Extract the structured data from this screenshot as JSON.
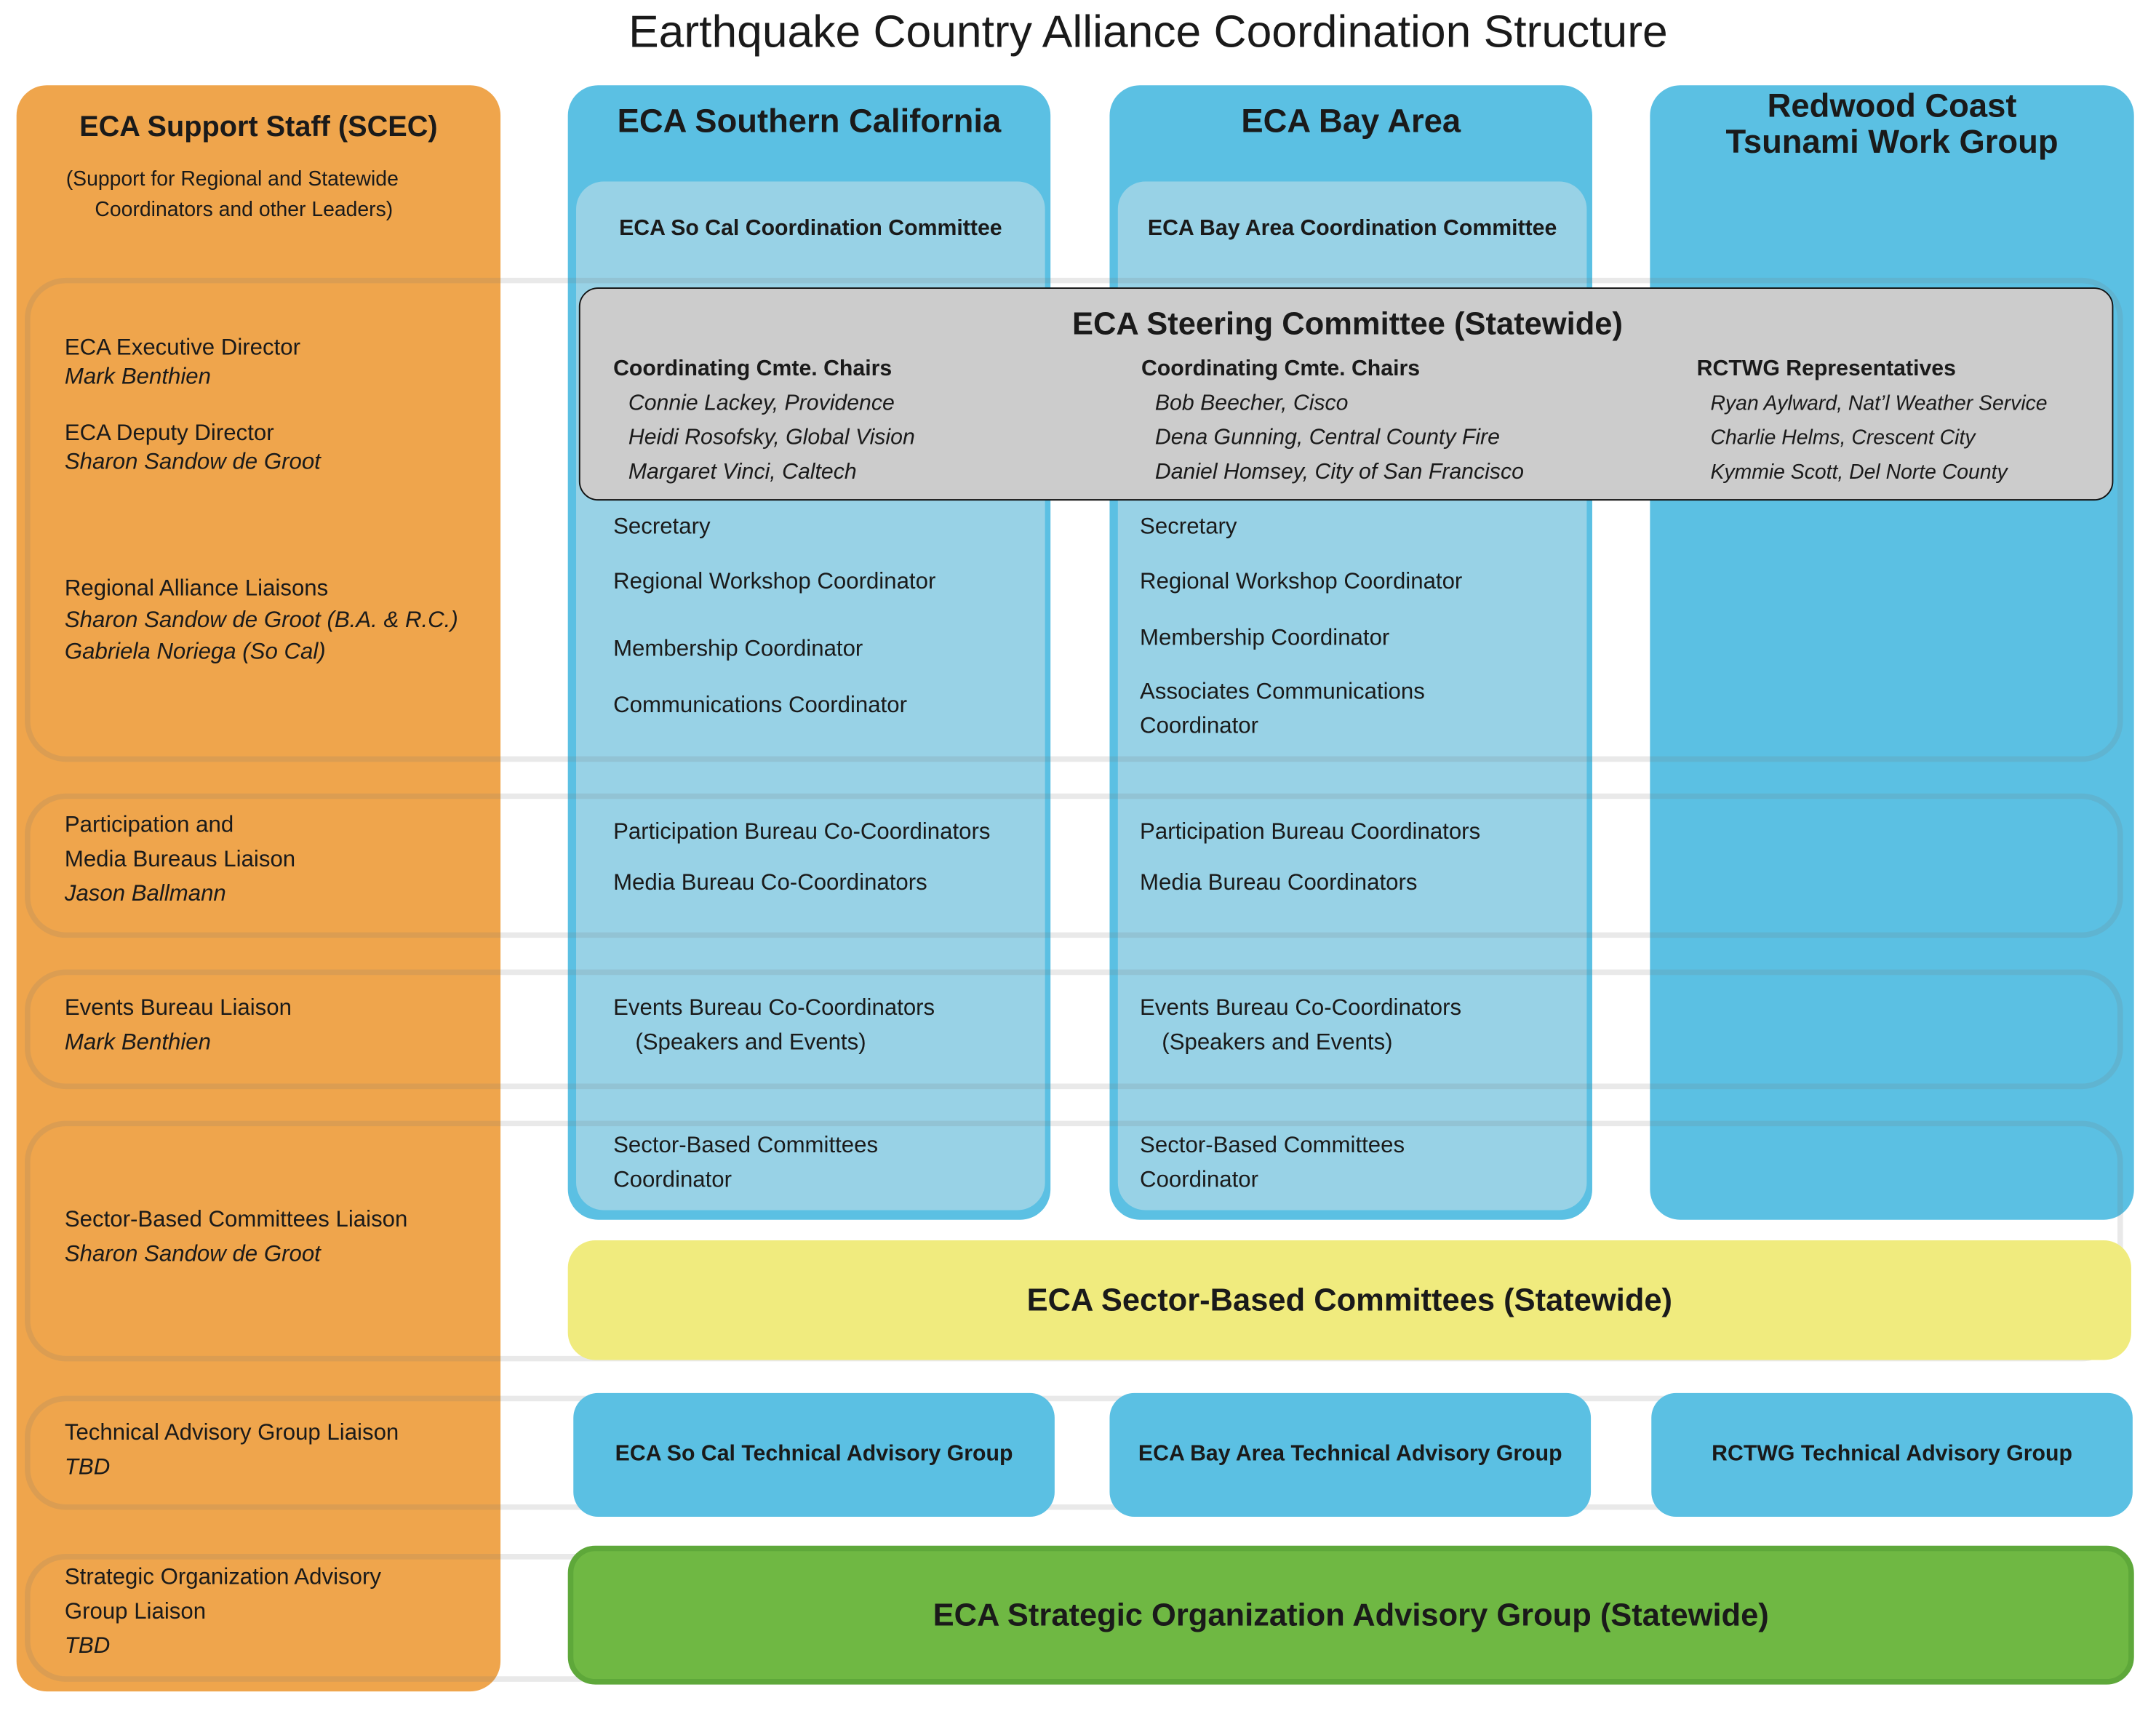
{
  "title": "Earthquake Country Alliance Coordination Structure",
  "colors": {
    "orange": "#efa54c",
    "blue": "#5bc0e3",
    "light_blue": "#98d2e6",
    "gray": "#cccccc",
    "yellow": "#f0eb7e",
    "green": "#6fb843"
  },
  "support_staff": {
    "heading": "ECA Support Staff (SCEC)",
    "subtitle_1": "(Support for Regional and Statewide",
    "subtitle_2": "Coordinators and other Leaders)",
    "roles": [
      {
        "role": "ECA Executive Director",
        "names": [
          "Mark Benthien"
        ]
      },
      {
        "role": "ECA Deputy Director",
        "names": [
          "Sharon Sandow de Groot"
        ]
      },
      {
        "role": "Regional Alliance Liaisons",
        "names": [
          "Sharon Sandow de Groot (B.A. & R.C.)",
          "Gabriela Noriega (So Cal)"
        ]
      },
      {
        "role": "Participation and",
        "role2": "Media Bureaus Liaison",
        "names": [
          "Jason Ballmann"
        ]
      },
      {
        "role": "Events Bureau Liaison",
        "names": [
          "Mark Benthien"
        ]
      },
      {
        "role": "Sector-Based Committees Liaison",
        "names": [
          "Sharon Sandow de Groot"
        ]
      },
      {
        "role": "Technical Advisory Group Liaison",
        "names": [
          "TBD"
        ]
      },
      {
        "role": "Strategic Organization Advisory",
        "role2": "Group Liaison",
        "names": [
          "TBD"
        ]
      }
    ]
  },
  "socal": {
    "heading": "ECA Southern California",
    "committee": "ECA So Cal Coordination Committee",
    "items": [
      "Secretary",
      "Regional Workshop Coordinator",
      "Membership Coordinator",
      "Communications Coordinator",
      "Participation Bureau Co-Coordinators",
      "Media Bureau Co-Coordinators",
      "Events Bureau Co-Coordinators",
      "(Speakers and Events)",
      "Sector-Based Committees",
      "Coordinator"
    ],
    "tag": "ECA So Cal Technical Advisory Group"
  },
  "bay": {
    "heading": "ECA Bay Area",
    "committee": "ECA Bay Area Coordination Committee",
    "items": [
      "Secretary",
      "Regional Workshop Coordinator",
      "Membership Coordinator",
      "Associates Communications",
      "Coordinator",
      "Participation Bureau Coordinators",
      "Media Bureau Coordinators",
      "Events Bureau Co-Coordinators",
      "(Speakers and Events)",
      "Sector-Based Committees",
      "Coordinator"
    ],
    "tag": "ECA Bay Area Technical Advisory Group"
  },
  "rctwg": {
    "heading_1": "Redwood Coast",
    "heading_2": "Tsunami  Work Group",
    "tag": "RCTWG Technical Advisory Group"
  },
  "steering": {
    "heading": "ECA Steering Committee (Statewide)",
    "groups": [
      {
        "label": "Coordinating Cmte. Chairs",
        "members": [
          "Connie Lackey, Providence",
          "Heidi Rosofsky, Global Vision",
          "Margaret Vinci, Caltech"
        ]
      },
      {
        "label": "Coordinating Cmte. Chairs",
        "members": [
          "Bob Beecher, Cisco",
          "Dena Gunning, Central County Fire",
          "Daniel Homsey, City of San Francisco"
        ]
      },
      {
        "label": "RCTWG Representatives",
        "members": [
          "Ryan Aylward, Nat’l Weather Service",
          "Charlie Helms, Crescent City",
          "Kymmie Scott, Del Norte County"
        ]
      }
    ]
  },
  "sector_committees": "ECA Sector-Based Committees (Statewide)",
  "strategic_group": "ECA Strategic Organization Advisory Group (Statewide)"
}
